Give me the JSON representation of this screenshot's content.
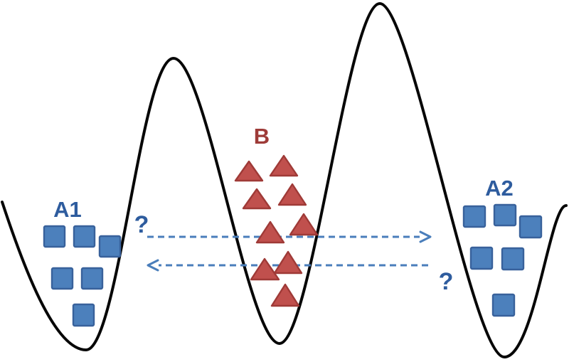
{
  "labels": {
    "a1": "A1",
    "b": "B",
    "a2": "A2",
    "question_left": "?",
    "question_right": "?"
  },
  "colors": {
    "background": "#ffffff",
    "curve": "#060606",
    "square_fill": "#4C80BC",
    "square_stroke": "#38619B",
    "triangle_fill": "#C0504D",
    "triangle_stroke": "#9F3A37",
    "arrow_blue": "#4A7EBB",
    "label_blue": "#2E5C9E",
    "label_red": "#9E3B38"
  },
  "landscape": {
    "peaks": 2,
    "valleys": 3,
    "line_style": "solid-black-curve"
  },
  "populations": [
    {
      "label": "A1",
      "shape": "blue-square",
      "count": 6,
      "location": "left-valley"
    },
    {
      "label": "B",
      "shape": "red-triangle",
      "count": 9,
      "location": "middle-valley"
    },
    {
      "label": "A2",
      "shape": "blue-square",
      "count": 6,
      "location": "right-valley"
    }
  ],
  "arrows": [
    {
      "name": "rightward-migration-arrow",
      "direction": "left-to-right",
      "style": "dashed",
      "annotation": "?"
    },
    {
      "name": "leftward-migration-arrow",
      "direction": "right-to-left",
      "style": "dashed",
      "annotation": "?"
    }
  ]
}
